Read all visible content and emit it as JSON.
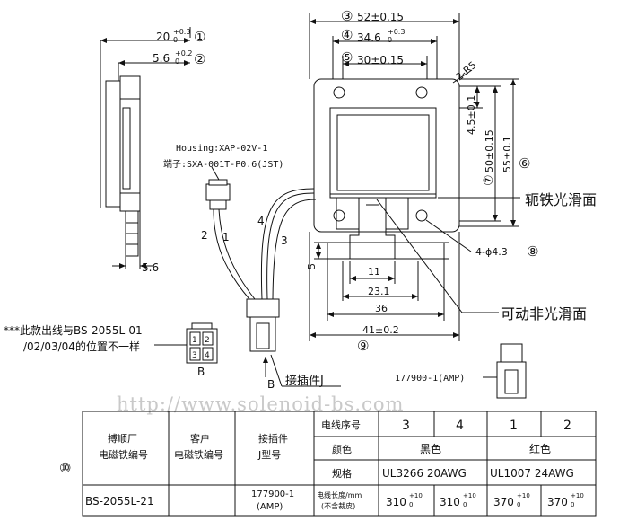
{
  "side_view": {
    "dim_20": "20",
    "dim_20_tol": "+0.3",
    "dim_20_tol2": "0",
    "dim_20_ref": "①",
    "dim_56_top": "5.6",
    "dim_56_tol": "+0.2",
    "dim_56_tol2": "0",
    "dim_56_ref": "②",
    "dim_56_bottom": "5.6"
  },
  "front_view": {
    "dim_52": "52±0.15",
    "dim_52_ref": "③",
    "dim_346": "34.6",
    "dim_346_tol": "+0.3",
    "dim_346_tol2": "0",
    "dim_346_ref": "④",
    "dim_30": "30±0.15",
    "dim_30_ref": "⑤",
    "radius": "2-R5",
    "dim_45": "4.5±0.1",
    "dim_50": "50±0.15",
    "dim_50_ref": "⑦",
    "dim_55": "55±0.1",
    "dim_55_ref": "⑥",
    "hole_label": "4-ϕ4.3",
    "hole_ref": "⑧",
    "dim_5": "5",
    "dim_11": "11",
    "dim_231": "23.1",
    "dim_36": "36",
    "dim_41": "41±0.2",
    "dim_41_ref": "⑨",
    "label_yoke": "轭铁光滑面",
    "label_movable": "可动非光滑面"
  },
  "wiring": {
    "housing": "Housing:XAP-02V-1",
    "terminal": "端子:SXA-001T-P0.6(JST)",
    "wire_1": "1",
    "wire_2": "2",
    "wire_3": "3",
    "wire_4": "4",
    "connector_label": "接插件J",
    "view_b": "B",
    "amp_label": "177900-1(AMP)"
  },
  "note": {
    "line1": "***此款出线与BS-2055L-01",
    "line2": "/02/03/04的位置不一样",
    "pins": [
      "1",
      "2",
      "3",
      "4"
    ],
    "view_b": "B"
  },
  "watermark": "http://www.solenoid-bs.com",
  "table": {
    "ref": "⑩",
    "h_model": "搏顺厂",
    "h_model2": "电磁铁编号",
    "h_cust": "客户",
    "h_cust2": "电磁铁编号",
    "h_conn": "接插件",
    "h_conn2": "J型号",
    "wire_no": "电线序号",
    "color": "颜色",
    "spec": "规格",
    "length": "电线长度/mm",
    "length_sub": "(不含裁皮)",
    "w3": "3",
    "w4": "4",
    "w1": "1",
    "w2": "2",
    "black": "黑色",
    "red": "红色",
    "spec_black": "UL3266  20AWG",
    "spec_red": "UL1007  24AWG",
    "model": "BS-2055L-21",
    "conn_model": "177900-1",
    "conn_model2": "(AMP)",
    "len3": "310",
    "len4": "310",
    "len1": "370",
    "len2": "370",
    "len_tol_top": "+10",
    "len_tol_bot": "0"
  }
}
